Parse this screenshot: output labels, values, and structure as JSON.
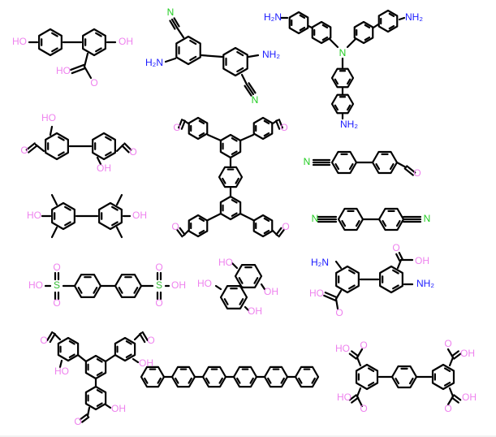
{
  "colors": {
    "bond": "#000000",
    "oxygen": "#ee82ee",
    "nitrogen_amine": "#1a1aff",
    "nitrogen_nitrile": "#22cc22",
    "sulfur": "#33bb33"
  },
  "labels": {
    "HO": "HO",
    "OH": "OH",
    "O": "O",
    "H2N": "H₂N",
    "NH2": "NH₂",
    "N": "N",
    "S": "S"
  }
}
